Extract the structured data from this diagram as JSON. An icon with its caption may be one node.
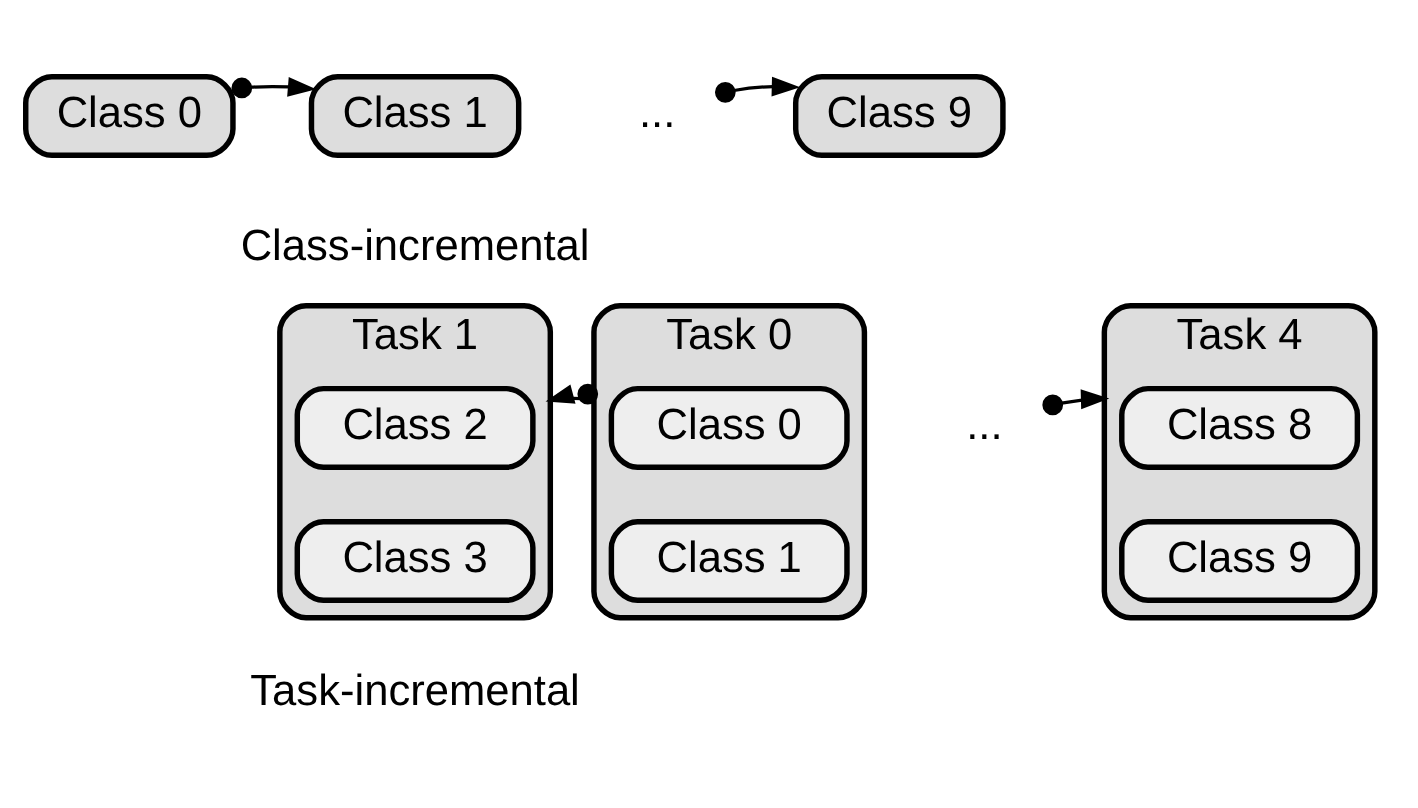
{
  "diagram": {
    "nodes": [
      {
        "text": [
          "Class 0"
        ]
      },
      {
        "text": [
          "Class 1"
        ]
      },
      {
        "text": [
          "..."
        ]
      },
      {
        "text": [
          "Class 9"
        ]
      },
      {
        "text": [
          "Task 0"
        ]
      },
      {
        "text": [
          "Class 0"
        ],
        "in": 4
      },
      {
        "text": [
          "Class 1"
        ],
        "in": 4
      },
      {
        "text": [
          "Task 1"
        ]
      },
      {
        "text": [
          "Class 2"
        ],
        "in": 7
      },
      {
        "text": [
          "Class 3"
        ],
        "in": 7
      },
      {
        "text": [
          "..."
        ]
      },
      {
        "text": [
          "Task 4"
        ]
      },
      {
        "text": [
          "Class 8"
        ],
        "in": 11
      },
      {
        "text": [
          "Class 9"
        ],
        "in": 11
      }
    ],
    "edges": [
      {
        "from": 0,
        "to": 1,
        "arrow": "to"
      },
      {
        "from": 2,
        "to": 3,
        "arrow": "to"
      },
      {
        "from": 4,
        "to": 7,
        "arrow": "to"
      },
      {
        "from": 10,
        "to": 11,
        "arrow": "to"
      }
    ],
    "labels": [
      "Class-incremental",
      "Task-incremental"
    ]
  }
}
